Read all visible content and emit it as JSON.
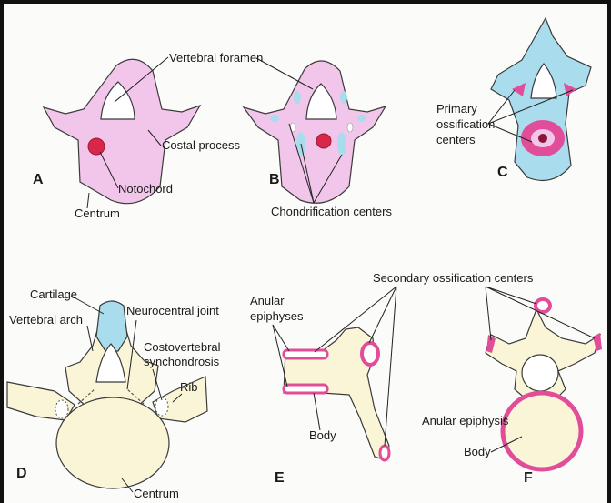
{
  "colors": {
    "mesenchyme": "#f2c6ea",
    "cartilage": "#a9dced",
    "bone_center": "#e24d9a",
    "notochord": "#d9274a",
    "adult": "#fbf5d8"
  },
  "panels": {
    "A": {
      "letter": "A",
      "labels": {
        "vertebral_foramen": "Vertebral foramen",
        "costal_process": "Costal process",
        "notochord": "Notochord",
        "centrum": "Centrum"
      }
    },
    "B": {
      "letter": "B",
      "labels": {
        "chondrification_centers": "Chondrification centers"
      }
    },
    "C": {
      "letter": "C",
      "labels": {
        "primary_1": "Primary",
        "primary_2": "ossification",
        "primary_3": "centers"
      }
    },
    "D": {
      "letter": "D",
      "labels": {
        "cartilage": "Cartilage",
        "vertebral_arch": "Vertebral arch",
        "neurocentral_joint": "Neurocentral joint",
        "costovertebral_1": "Costovertebral",
        "costovertebral_2": "synchondrosis",
        "rib": "Rib",
        "centrum": "Centrum"
      }
    },
    "E": {
      "letter": "E",
      "labels": {
        "secondary_ossification": "Secondary ossification centers",
        "anular_1": "Anular",
        "anular_2": "epiphyses",
        "body": "Body"
      }
    },
    "F": {
      "letter": "F",
      "labels": {
        "anular_epiphysis": "Anular epiphysis",
        "body": "Body"
      }
    }
  }
}
